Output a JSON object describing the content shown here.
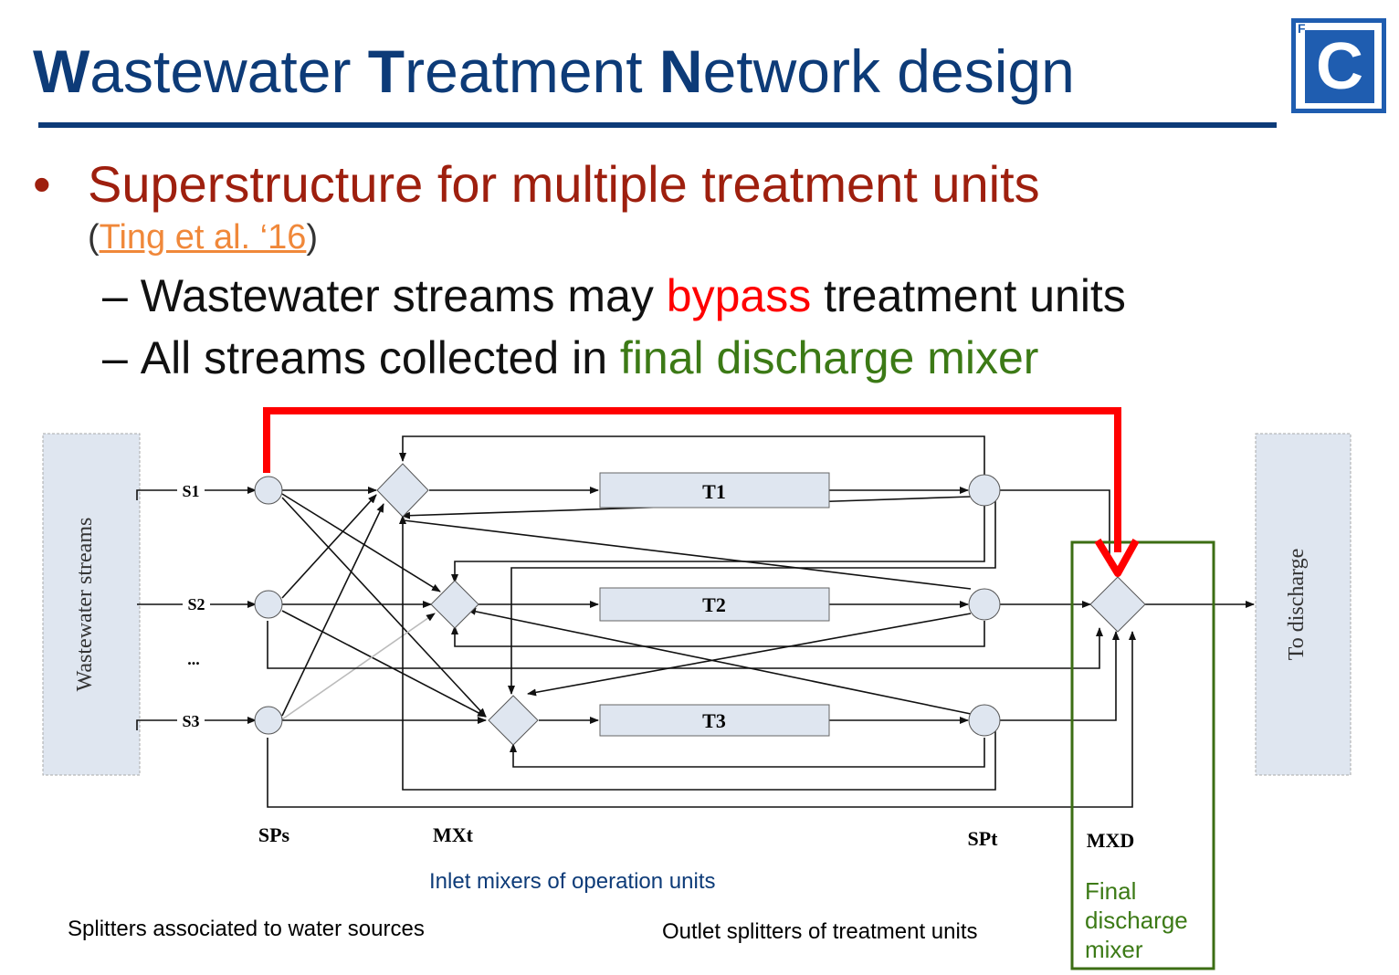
{
  "title": {
    "w1_first": "W",
    "w1_rest": "astewater ",
    "w2_first": "T",
    "w2_rest": "reatment ",
    "w3_first": "N",
    "w3_rest": "etwork design"
  },
  "logo": {
    "letter": "C",
    "superscript": "F"
  },
  "bullet": {
    "marker": "•",
    "text": "Superstructure for multiple treatment units"
  },
  "citation": {
    "open": "(",
    "link": "Ting et al. ‘16",
    "close": ")"
  },
  "subpoints": [
    {
      "dash": "–",
      "pre": "Wastewater streams may ",
      "highlight": "bypass",
      "post": " treatment units"
    },
    {
      "dash": "–",
      "pre": "All streams collected in ",
      "highlight": "final discharge mixer",
      "post": ""
    }
  ],
  "diagram": {
    "source_box": "Wastewater streams",
    "sink_box": "To discharge",
    "streams": [
      "S1",
      "S2",
      "...",
      "S3"
    ],
    "units": [
      "T1",
      "T2",
      "T3"
    ],
    "labels": {
      "sps": "SPs",
      "mxt": "MXt",
      "spt": "SPt",
      "mxd": "MXD"
    }
  },
  "captions": {
    "inlet": "Inlet mixers of operation units",
    "splitters": "Splitters associated to water sources",
    "outlet": "Outlet splitters of treatment units",
    "final_line1": "Final",
    "final_line2": "discharge",
    "final_line3": "mixer"
  },
  "colors": {
    "title": "#0d3b78",
    "bullet": "#9e1f0e",
    "bypass": "#ff0000",
    "mixer": "#3c7a16",
    "citation": "#f0883a"
  }
}
